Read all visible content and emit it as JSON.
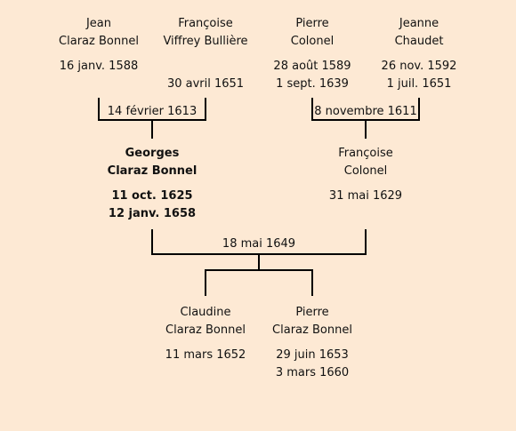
{
  "people": {
    "jean": {
      "first": "Jean",
      "last": "Claraz Bonnel",
      "birth": "16 janv. 1588",
      "death": ""
    },
    "francoise_vb": {
      "first": "Françoise",
      "last": "Viffrey Bullière",
      "birth": "",
      "death": "30 avril 1651"
    },
    "pierre_colonel": {
      "first": "Pierre",
      "last": "Colonel",
      "birth": "28 août 1589",
      "death": "1 sept. 1639"
    },
    "jeanne": {
      "first": "Jeanne",
      "last": "Chaudet",
      "birth": "26 nov. 1592",
      "death": "1 juil. 1651"
    },
    "georges": {
      "first": "Georges",
      "last": "Claraz Bonnel",
      "birth": "11 oct. 1625",
      "death": "12 janv. 1658"
    },
    "francoise_colonel": {
      "first": "Françoise",
      "last": "Colonel",
      "birth": "31 mai 1629",
      "death": ""
    },
    "claudine": {
      "first": "Claudine",
      "last": "Claraz Bonnel",
      "birth": "11 mars 1652",
      "death": ""
    },
    "pierre_cb": {
      "first": "Pierre",
      "last": "Claraz Bonnel",
      "birth": "29 juin 1653",
      "death": "3 mars 1660"
    }
  },
  "marriages": {
    "jean_francoise": "14 février 1613",
    "pierre_jeanne": "8 novembre 1611",
    "georges_francoise": "18 mai 1649"
  }
}
